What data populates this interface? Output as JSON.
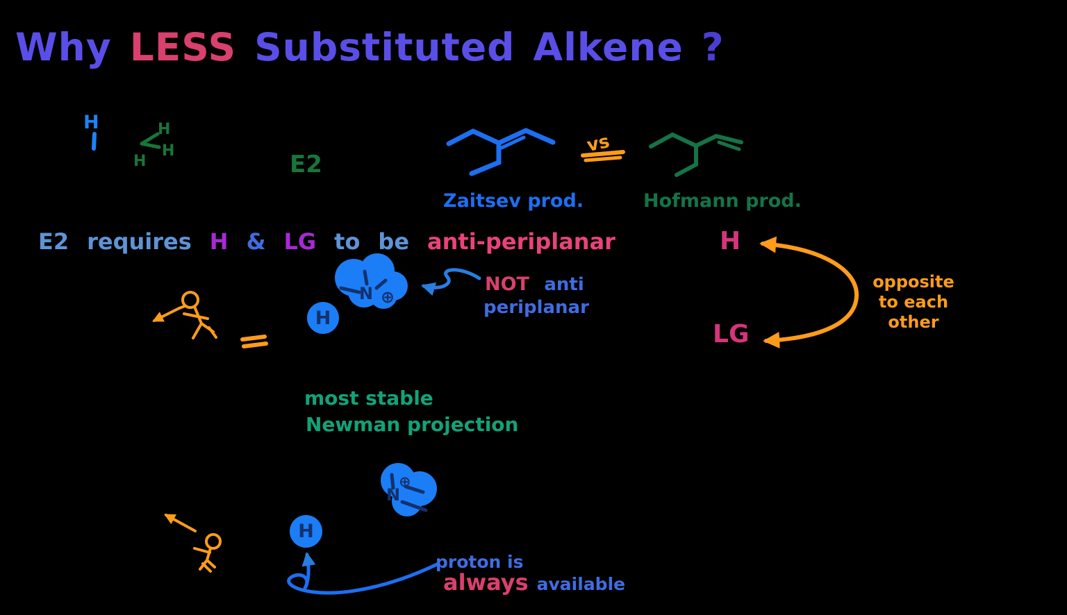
{
  "palette": {
    "background": "#000000",
    "title_purple": "#5a4ee8",
    "deep_purple": "#4b3ed2",
    "crimson": "#d9406e",
    "pink_magenta": "#d6347b",
    "bright_blue": "#1d6ff2",
    "light_bright_blue": "#1e82f5",
    "steel_blue": "#5f93d6",
    "amp_blue": "#3f6ce0",
    "violet": "#a62ad4",
    "rose": "#e8437a",
    "dark_green": "#17763a",
    "forest_green": "#157347",
    "teal": "#12a378",
    "orange": "#ff9c1a",
    "navy_ink": "#13316e",
    "blob_blue": "#1b7ef7"
  },
  "title": {
    "why": "Why",
    "less": "LESS",
    "substituted": "Substituted",
    "alkene": "Alkene",
    "question": "?"
  },
  "reactant": {
    "beta_h": "H",
    "h_top": "H",
    "h_right": "H",
    "h_bottom": "H"
  },
  "mechanism_label": "E2",
  "products": {
    "zaitsev_label": "Zaitsev prod.",
    "vs_label": "vs",
    "hofmann_label": "Hofmann prod."
  },
  "rule": {
    "e2": "E2",
    "requires": "requires",
    "h": "H",
    "amp": "&",
    "lg": "LG",
    "to": "to",
    "be": "be",
    "anti_periplanar": "anti-periplanar"
  },
  "opposite_note": {
    "h": "H",
    "lg": "LG",
    "line1": "opposite",
    "line2": "to each",
    "line3": "other"
  },
  "newman_top": {
    "circled_h": "H",
    "n": "N",
    "plus": "⊕",
    "not": "NOT",
    "anti": "anti",
    "periplanar": "periplanar"
  },
  "newman_caption": {
    "line1": "most stable",
    "line2": "Newman projection"
  },
  "newman_bottom": {
    "circled_h": "H",
    "n": "N",
    "plus": "⊕"
  },
  "proton_note": {
    "line1": "proton is",
    "always": "always",
    "available": "available"
  }
}
